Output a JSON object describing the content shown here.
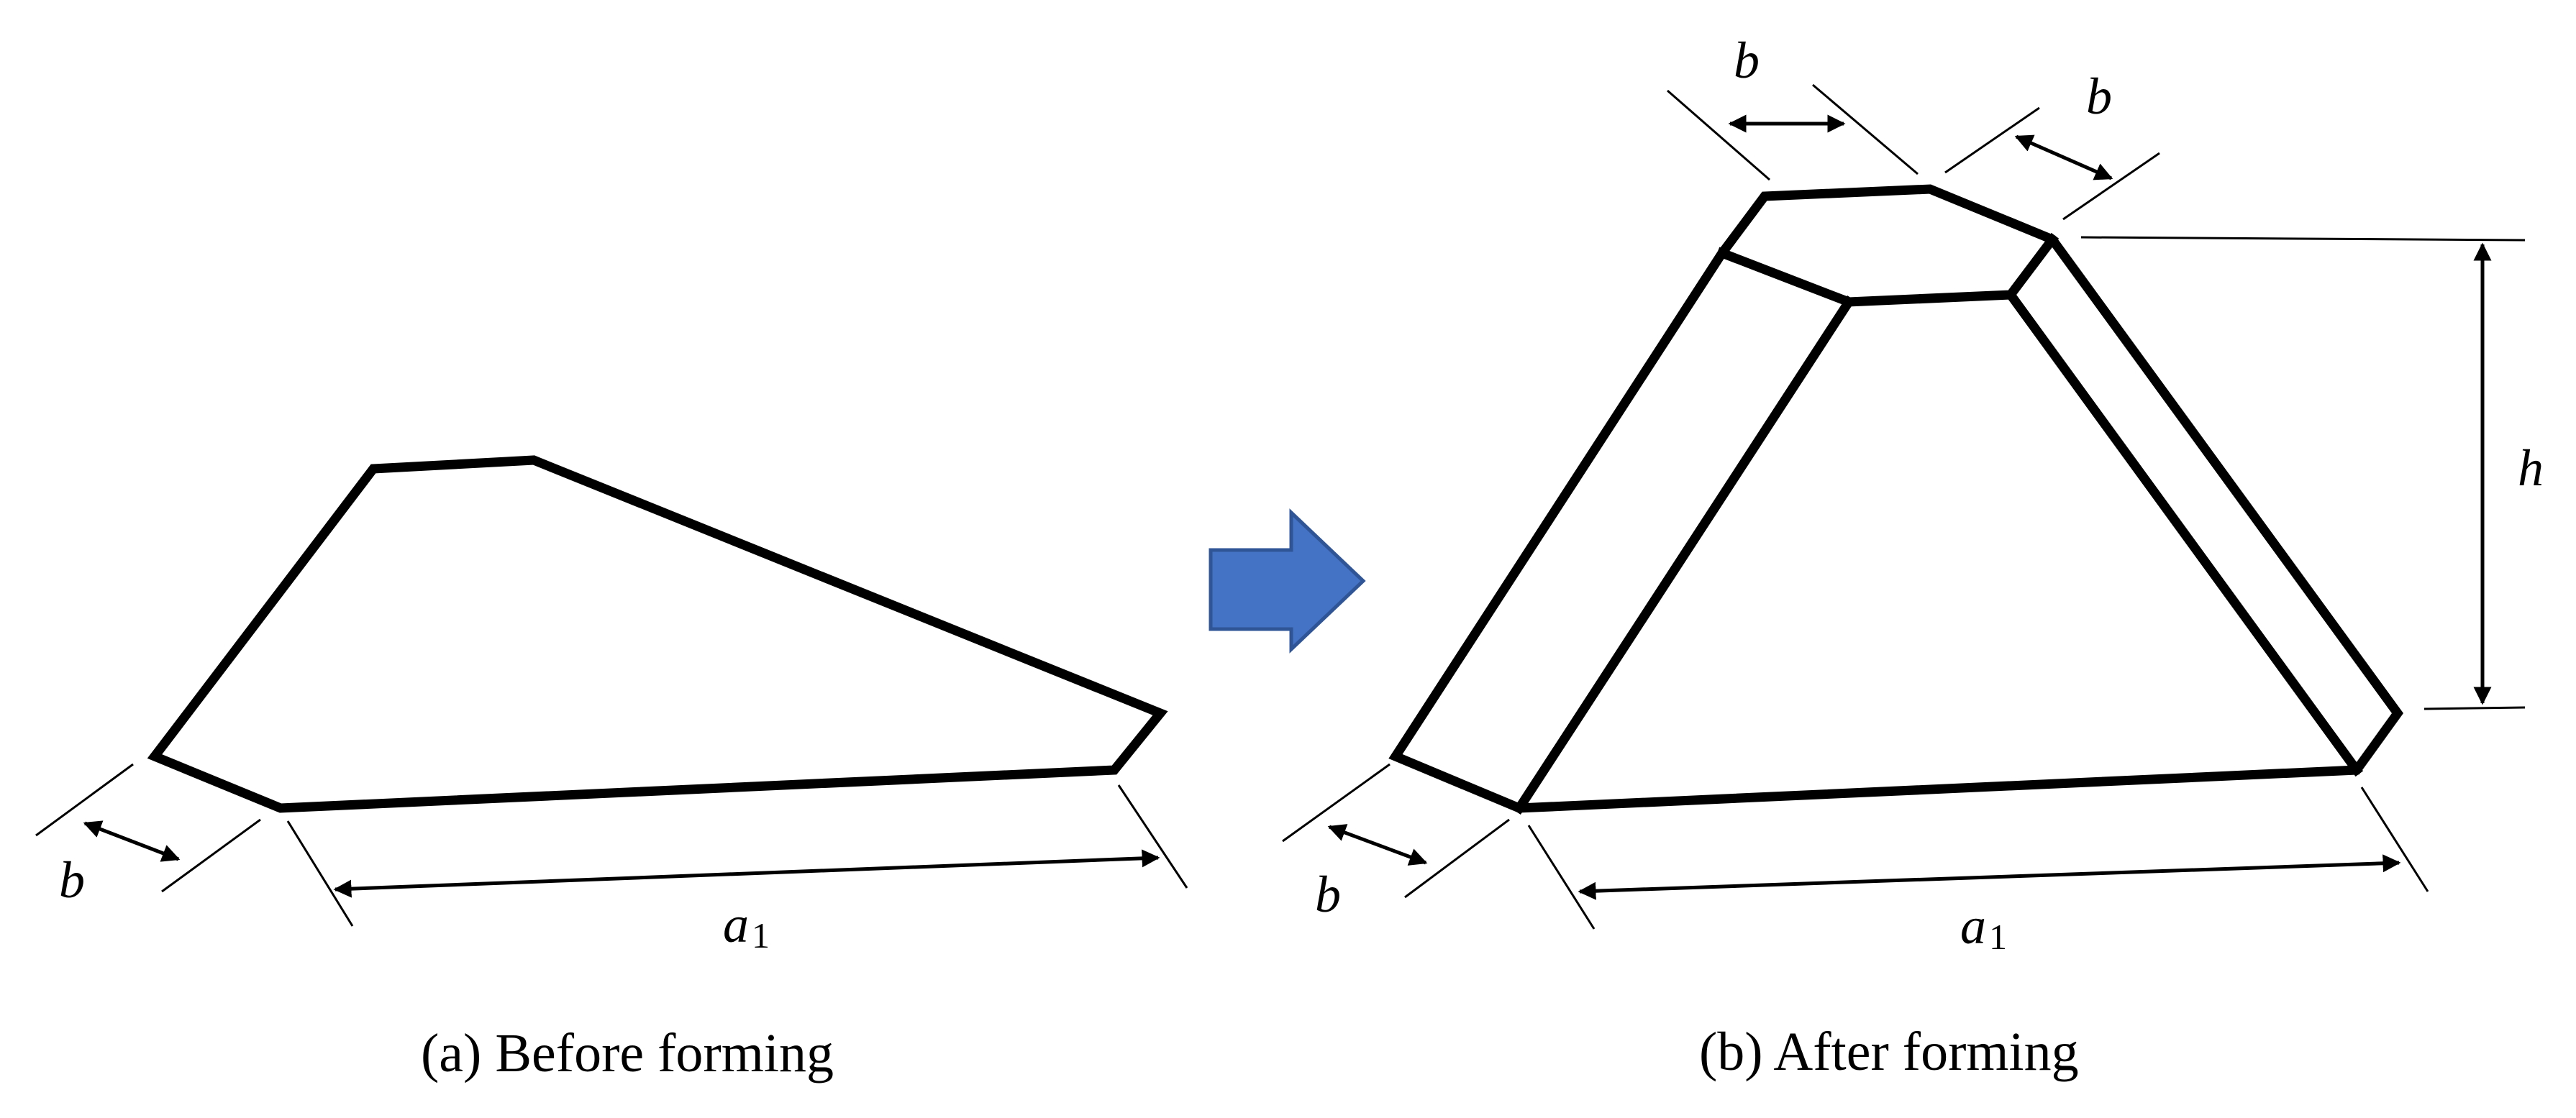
{
  "panel_a": {
    "caption": "(a) Before forming",
    "label_b": "b",
    "label_a": "a",
    "label_a_sub": "1"
  },
  "panel_b": {
    "caption": "(b) After forming",
    "label_b_bottom": "b",
    "label_b_top_left": "b",
    "label_b_top_right": "b",
    "label_h": "h",
    "label_a": "a",
    "label_a_sub": "1"
  },
  "colors": {
    "arrow_fill": "#4472C4",
    "arrow_stroke": "#2F5597",
    "line": "#000000"
  }
}
